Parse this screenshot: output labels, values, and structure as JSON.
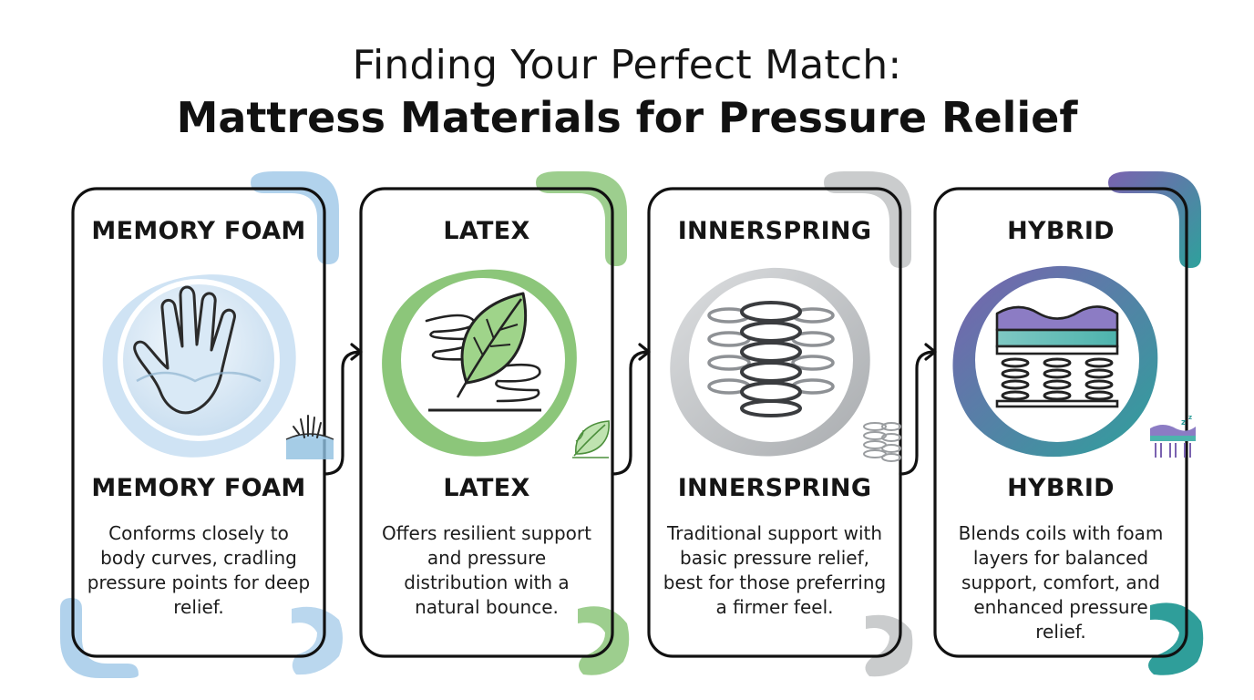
{
  "title": {
    "line1": "Finding Your Perfect Match:",
    "line2": "Mattress Materials for Pressure Relief"
  },
  "cards": [
    {
      "top_heading": "MEMORY FOAM",
      "bottom_heading": "MEMORY FOAM",
      "description": "Conforms closely to body curves, cradling pressure points for deep relief.",
      "icon": "hand-imprint-icon",
      "mini_icon": "hand-on-foam-icon",
      "accent": "#a9cdea",
      "accent_light": "#dcebf7"
    },
    {
      "top_heading": "LATEX",
      "bottom_heading": "LATEX",
      "description": "Offers resilient support and pressure distribution with a natural bounce.",
      "icon": "leaf-spiral-icon",
      "mini_icon": "leaf-icon",
      "accent": "#8cc67a",
      "accent_light": "#d8ecce"
    },
    {
      "top_heading": "INNERSPRING",
      "bottom_heading": "INNERSPRING",
      "description": "Traditional support with basic pressure relief, best for those preferring a firmer feel.",
      "icon": "coil-springs-icon",
      "mini_icon": "springs-icon",
      "accent": "#c4c6c8",
      "accent_light": "#e6e7e8"
    },
    {
      "top_heading": "HYBRID",
      "bottom_heading": "HYBRID",
      "description": "Blends coils with foam layers for balanced support, comfort, and enhanced pressure relief.",
      "icon": "hybrid-layers-icon",
      "mini_icon": "sleeping-mattress-icon",
      "accent": "#6f5ea8",
      "accent_alt": "#2f9e9a",
      "accent_light": "#e2def1"
    }
  ]
}
